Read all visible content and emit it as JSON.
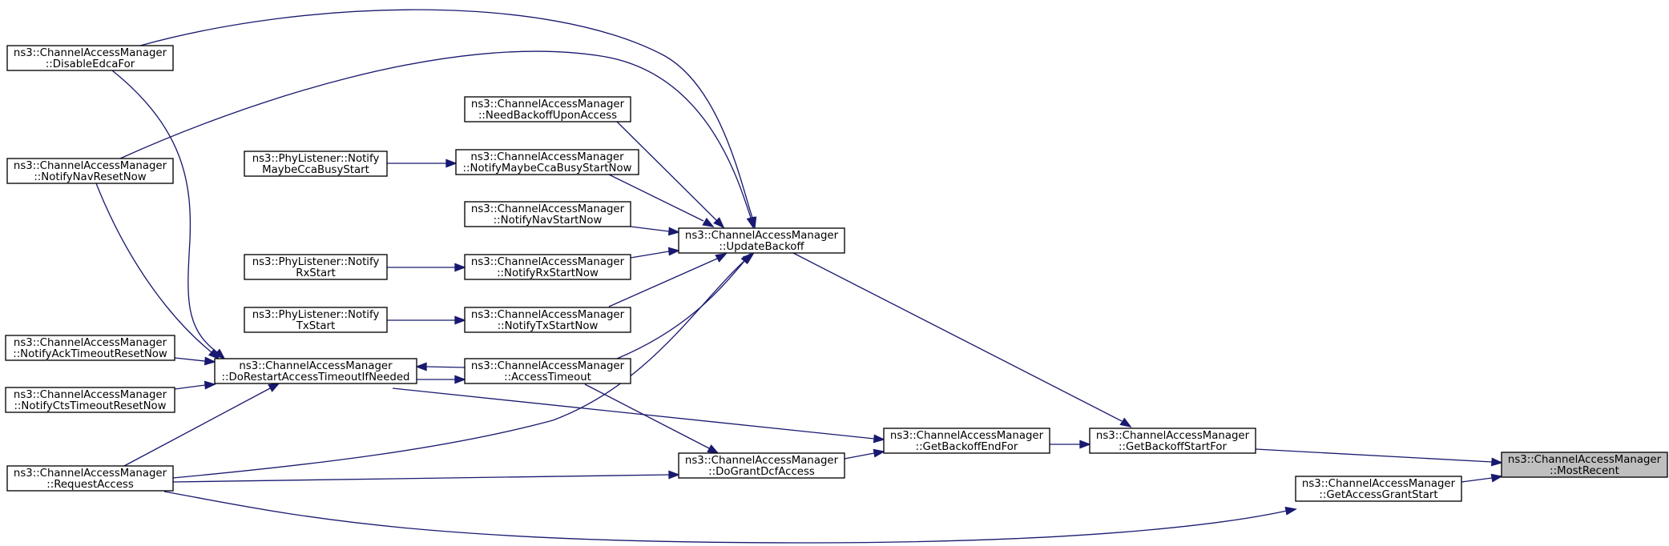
{
  "graph_title": "",
  "root": "mostrecent",
  "nodes": [
    {
      "id": "disableedca",
      "line1": "ns3::ChannelAccessManager",
      "line2": "::DisableEdcaFor"
    },
    {
      "id": "navreset",
      "line1": "ns3::ChannelAccessManager",
      "line2": "::NotifyNavResetNow"
    },
    {
      "id": "acktimeout",
      "line1": "ns3::ChannelAccessManager",
      "line2": "::NotifyAckTimeoutResetNow"
    },
    {
      "id": "ctstimeout",
      "line1": "ns3::ChannelAccessManager",
      "line2": "::NotifyCtsTimeoutResetNow"
    },
    {
      "id": "requestaccess",
      "line1": "ns3::ChannelAccessManager",
      "line2": "::RequestAccess"
    },
    {
      "id": "phyccabusy",
      "line1": "ns3::PhyListener::Notify",
      "line2": "MaybeCcaBusyStart"
    },
    {
      "id": "phyrx",
      "line1": "ns3::PhyListener::Notify",
      "line2": "RxStart"
    },
    {
      "id": "phytx",
      "line1": "ns3::PhyListener::Notify",
      "line2": "TxStart"
    },
    {
      "id": "dorestart",
      "line1": "ns3::ChannelAccessManager",
      "line2": "::DoRestartAccessTimeoutIfNeeded"
    },
    {
      "id": "needbackoff",
      "line1": "ns3::ChannelAccessManager",
      "line2": "::NeedBackoffUponAccess"
    },
    {
      "id": "ccabusynow",
      "line1": "ns3::ChannelAccessManager",
      "line2": "::NotifyMaybeCcaBusyStartNow"
    },
    {
      "id": "navstart",
      "line1": "ns3::ChannelAccessManager",
      "line2": "::NotifyNavStartNow"
    },
    {
      "id": "rxstartnow",
      "line1": "ns3::ChannelAccessManager",
      "line2": "::NotifyRxStartNow"
    },
    {
      "id": "txstartnow",
      "line1": "ns3::ChannelAccessManager",
      "line2": "::NotifyTxStartNow"
    },
    {
      "id": "accesstimeout",
      "line1": "ns3::ChannelAccessManager",
      "line2": "::AccessTimeout"
    },
    {
      "id": "updatebackoff",
      "line1": "ns3::ChannelAccessManager",
      "line2": "::UpdateBackoff"
    },
    {
      "id": "dograntdcf",
      "line1": "ns3::ChannelAccessManager",
      "line2": "::DoGrantDcfAccess"
    },
    {
      "id": "backoffend",
      "line1": "ns3::ChannelAccessManager",
      "line2": "::GetBackoffEndFor"
    },
    {
      "id": "backoffstart",
      "line1": "ns3::ChannelAccessManager",
      "line2": "::GetBackoffStartFor"
    },
    {
      "id": "accessgrant",
      "line1": "ns3::ChannelAccessManager",
      "line2": "::GetAccessGrantStart"
    },
    {
      "id": "mostrecent",
      "line1": "ns3::ChannelAccessManager",
      "line2": "::MostRecent"
    }
  ],
  "edges": [
    {
      "from": "backoffstart",
      "to": "mostrecent"
    },
    {
      "from": "accessgrant",
      "to": "mostrecent"
    },
    {
      "from": "updatebackoff",
      "to": "backoffstart"
    },
    {
      "from": "backoffend",
      "to": "backoffstart"
    },
    {
      "from": "requestaccess",
      "to": "accessgrant"
    },
    {
      "from": "dograntdcf",
      "to": "backoffend"
    },
    {
      "from": "dorestart",
      "to": "backoffend"
    },
    {
      "from": "accesstimeout",
      "to": "dograntdcf"
    },
    {
      "from": "requestaccess",
      "to": "dograntdcf"
    },
    {
      "from": "needbackoff",
      "to": "updatebackoff"
    },
    {
      "from": "ccabusynow",
      "to": "updatebackoff"
    },
    {
      "from": "navstart",
      "to": "updatebackoff"
    },
    {
      "from": "rxstartnow",
      "to": "updatebackoff"
    },
    {
      "from": "txstartnow",
      "to": "updatebackoff"
    },
    {
      "from": "accesstimeout",
      "to": "updatebackoff"
    },
    {
      "from": "requestaccess",
      "to": "updatebackoff"
    },
    {
      "from": "disableedca",
      "to": "updatebackoff"
    },
    {
      "from": "navreset",
      "to": "updatebackoff"
    },
    {
      "from": "phyccabusy",
      "to": "ccabusynow"
    },
    {
      "from": "phyrx",
      "to": "rxstartnow"
    },
    {
      "from": "phytx",
      "to": "txstartnow"
    },
    {
      "from": "accesstimeout",
      "to": "dorestart"
    },
    {
      "from": "dorestart",
      "to": "accesstimeout"
    },
    {
      "from": "disableedca",
      "to": "dorestart"
    },
    {
      "from": "navreset",
      "to": "dorestart"
    },
    {
      "from": "acktimeout",
      "to": "dorestart"
    },
    {
      "from": "ctstimeout",
      "to": "dorestart"
    },
    {
      "from": "requestaccess",
      "to": "dorestart"
    }
  ]
}
